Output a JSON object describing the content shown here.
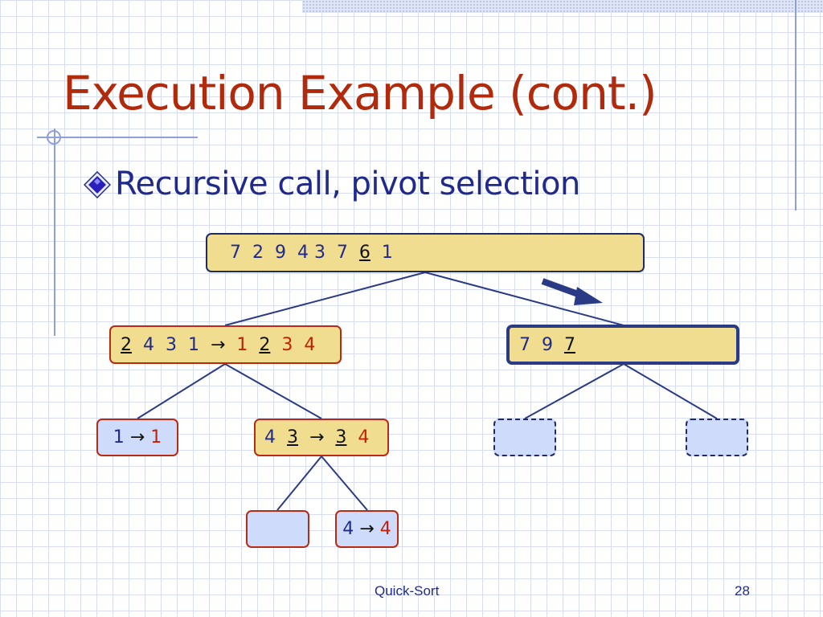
{
  "slide": {
    "title": "Execution Example (cont.)",
    "bullet": "Recursive call, pivot selection",
    "footer_title": "Quick-Sort",
    "page_number": "28"
  },
  "tree": {
    "root": {
      "seq": "7  2  9  4 3  7  ",
      "pivot": "6",
      "rest": "  1"
    },
    "left": {
      "pivot": "2",
      "input": "  4  3  1  ",
      "arrow": "→",
      "out_a": "  1  ",
      "out_pivot": "2",
      "out_b": "  3  4"
    },
    "right": {
      "seq": "7  9  ",
      "pivot": "7"
    },
    "left_left": {
      "input": "1 ",
      "arrow": "→",
      "output": " 1"
    },
    "left_right": {
      "input": "4  ",
      "pivot": "3",
      "arrow": "  →  ",
      "out_pivot": "3",
      "out_rest": "  4"
    },
    "leaf_right": {
      "input": "4 ",
      "arrow": "→",
      "output": " 4"
    }
  },
  "colors": {
    "title": "#b22a0c",
    "text": "#1f2a8c",
    "node_fill": "#f0dd8f",
    "leaf_fill": "#cfdbfa",
    "sorted_text": "#c21f08",
    "pointer_arrow": "#2b3a84"
  }
}
